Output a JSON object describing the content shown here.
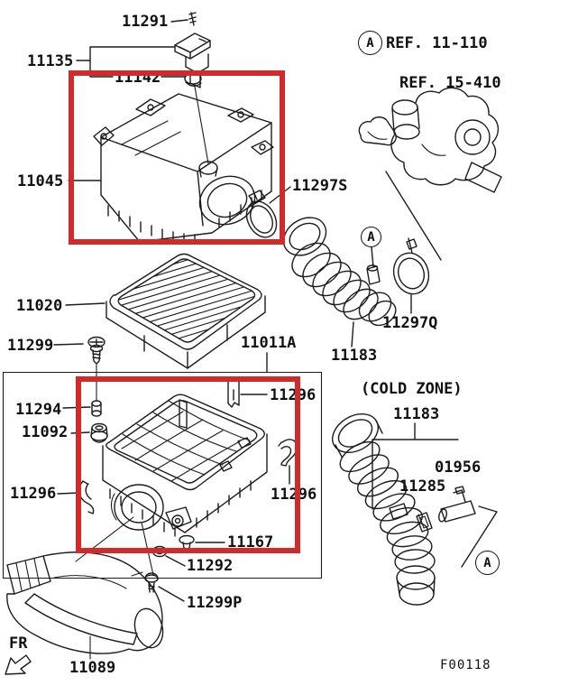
{
  "colors": {
    "highlight_red": "#d02a2a",
    "line": "#1c1c1c",
    "background": "#ffffff",
    "text": "#111111"
  },
  "callout_a": "A",
  "refs": {
    "ref_a": "REF. 11-110",
    "ref_b": "REF. 15-410"
  },
  "zone_note": "(COLD ZONE)",
  "footer": {
    "drawing_code": "F00118",
    "front_label": "FR"
  },
  "part_labels": [
    {
      "text": "11291"
    },
    {
      "text": "11135"
    },
    {
      "text": "11142"
    },
    {
      "text": "11045"
    },
    {
      "text": "11297S"
    },
    {
      "text": "11020"
    },
    {
      "text": "11299"
    },
    {
      "text": "11011A"
    },
    {
      "text": "11294"
    },
    {
      "text": "11092"
    },
    {
      "text": "11296"
    },
    {
      "text": "11296"
    },
    {
      "text": "11296"
    },
    {
      "text": "11167"
    },
    {
      "text": "11292"
    },
    {
      "text": "11299P"
    },
    {
      "text": "11089"
    },
    {
      "text": "11183"
    },
    {
      "text": "11297Q"
    },
    {
      "text": "11183"
    },
    {
      "text": "01956"
    },
    {
      "text": "11285"
    }
  ]
}
